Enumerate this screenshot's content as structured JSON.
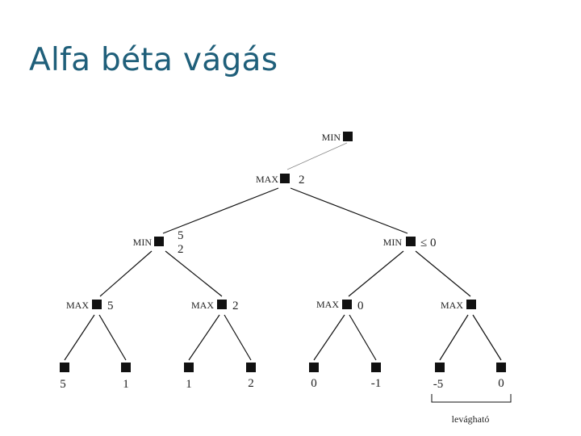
{
  "slide": {
    "title": "Alfa béta vágás"
  },
  "tree": {
    "root": {
      "label": "MIN"
    },
    "level1": {
      "label": "MAX",
      "value": "2"
    },
    "level2": [
      {
        "label": "MIN",
        "value_top": "5",
        "value_bottom": "2"
      },
      {
        "label": "MIN",
        "value": "≤ 0"
      }
    ],
    "level3": [
      {
        "label": "MAX",
        "value": "5"
      },
      {
        "label": "MAX",
        "value": "2"
      },
      {
        "label": "MAX",
        "value": "0"
      },
      {
        "label": "MAX",
        "value": ""
      }
    ],
    "leaves": [
      "5",
      "1",
      "1",
      "2",
      "0",
      "-1",
      "-5",
      "0"
    ],
    "pruned_note": "levágható"
  }
}
